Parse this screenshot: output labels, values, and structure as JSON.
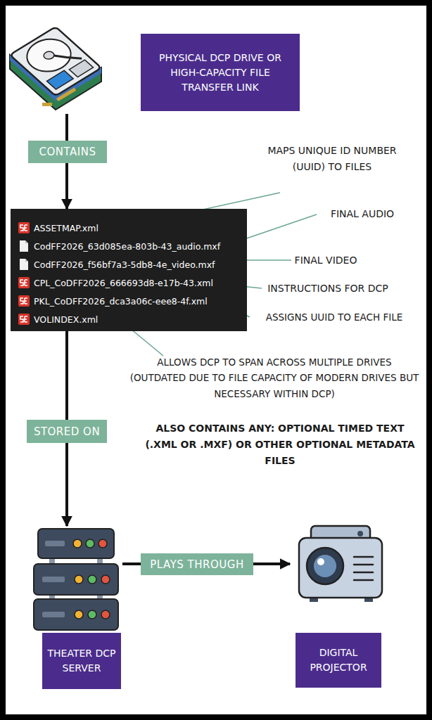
{
  "diagram": {
    "nodes": [
      {
        "text": [
          "PHYSICAL DCP DRIVE OR HIGH-CAPACITY FILE TRANSFER LINK"
        ]
      },
      {
        "text": [
          "ASSETMAP.xml",
          "CodFF2026_63d085ea-803b-43_audio.mxf",
          "CodFF2026_f56bf7a3-5db8-4e_video.mxf",
          "CPL_CoDFF2026_666693d8-e17b-43.xml",
          "PKL_CoDFF2026_dca3a06c-eee8-4f.xml",
          "VOLINDEX.xml"
        ]
      },
      {
        "text": [
          "THEATER DCP SERVER"
        ]
      },
      {
        "text": [
          "DIGITAL PROJECTOR"
        ]
      }
    ],
    "edges": [
      {
        "from": 0,
        "to": 1,
        "arrow": "to",
        "label": "CONTAINS"
      },
      {
        "from": 1,
        "to": 2,
        "arrow": "to",
        "label": "STORED ON"
      },
      {
        "from": 2,
        "to": 3,
        "arrow": "to",
        "label": "PLAYS THROUGH"
      }
    ],
    "labels": [
      "MAPS UNIQUE ID NUMBER (UUID) TO FILES",
      "FINAL AUDIO",
      "FINAL VIDEO",
      "INSTRUCTIONS FOR DCP",
      "ASSIGNS UUID TO EACH FILE",
      "ALLOWS DCP TO SPAN ACROSS MULTIPLE DRIVES (OUTDATED DUE TO FILE CAPACITY OF MODERN DRIVES BUT NECESSARY WITHIN DCP)",
      "ALSO CONTAINS ANY: OPTIONAL TIMED TEXT (.XML OR .MXF) OR OTHER OPTIONAL METADATA FILES"
    ]
  }
}
